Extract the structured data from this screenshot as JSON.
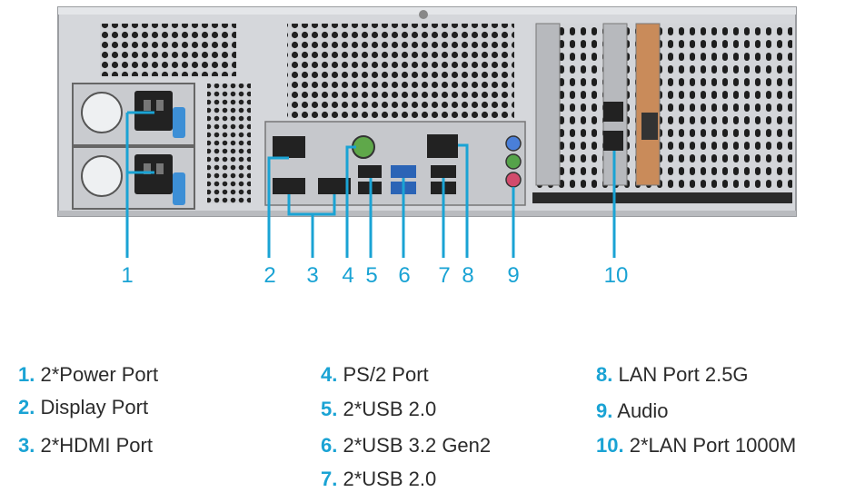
{
  "callouts": [
    "1",
    "2",
    "3",
    "4",
    "5",
    "6",
    "7",
    "8",
    "9",
    "10"
  ],
  "legend": [
    {
      "num": "1.",
      "label": "2*Power Port"
    },
    {
      "num": "2.",
      "label": "Display Port"
    },
    {
      "num": "3.",
      "label": "2*HDMI Port"
    },
    {
      "num": "4.",
      "label": "PS/2 Port"
    },
    {
      "num": "5.",
      "label": "2*USB 2.0"
    },
    {
      "num": "6.",
      "label": "2*USB 3.2 Gen2"
    },
    {
      "num": "7.",
      "label": "2*USB 2.0"
    },
    {
      "num": "8.",
      "label": "LAN Port 2.5G"
    },
    {
      "num": "9.",
      "label": "Audio"
    },
    {
      "num": "10.",
      "label": "2*LAN Port 1000M"
    }
  ],
  "colors": {
    "accent": "#1aa3d4",
    "chassis": "#d5d7db",
    "psu_handle": "#3d8fd6",
    "audio_blue": "#4a7fd8",
    "audio_green": "#55a34a",
    "audio_pink": "#d24b6c"
  }
}
